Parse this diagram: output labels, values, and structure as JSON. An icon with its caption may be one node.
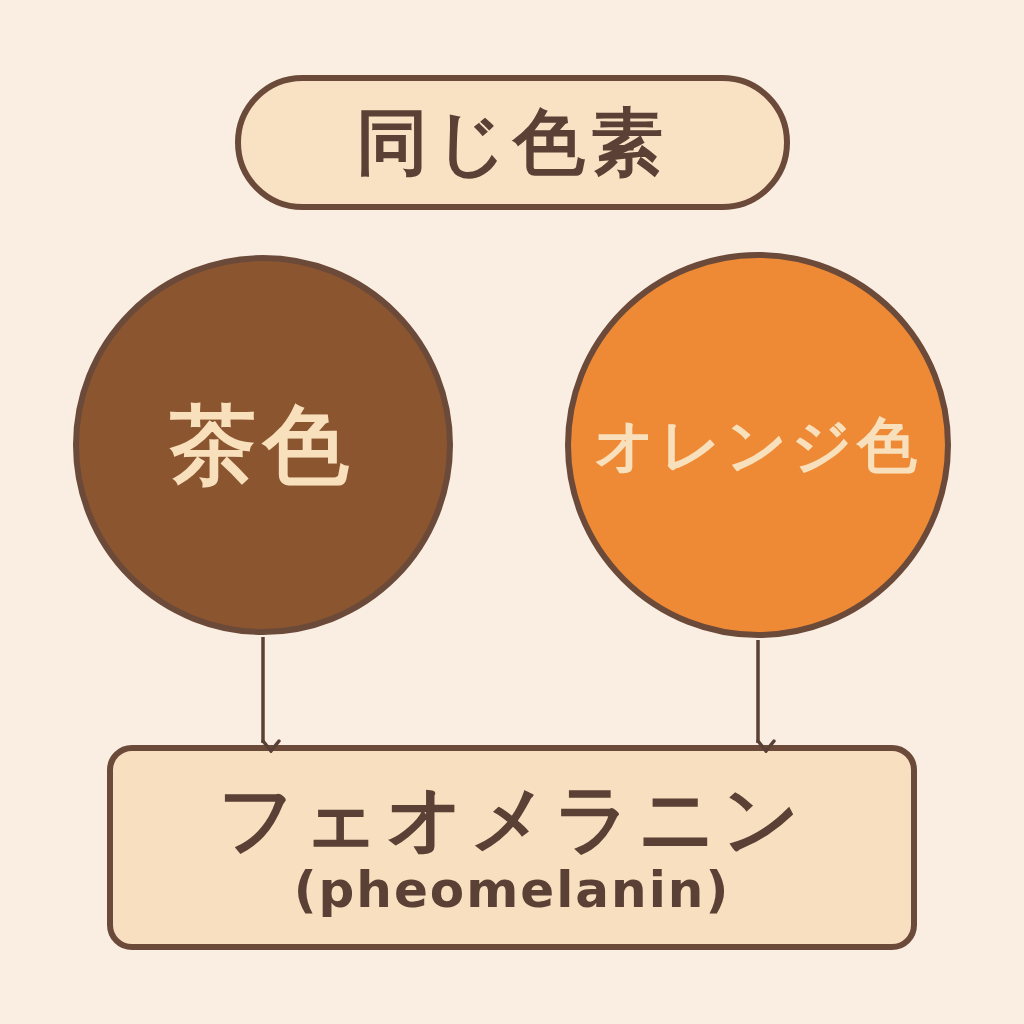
{
  "diagram": {
    "nodes": [
      {
        "text": [
          "同じ色素"
        ]
      },
      {
        "text": [
          "茶色"
        ]
      },
      {
        "text": [
          "オレンジ色"
        ]
      },
      {
        "text": [
          "フェオメラニン",
          "(pheomelanin)"
        ]
      }
    ],
    "edges": [
      {
        "from": 1,
        "to": 3,
        "arrow": "to"
      },
      {
        "from": 2,
        "to": 3,
        "arrow": "to"
      }
    ]
  }
}
